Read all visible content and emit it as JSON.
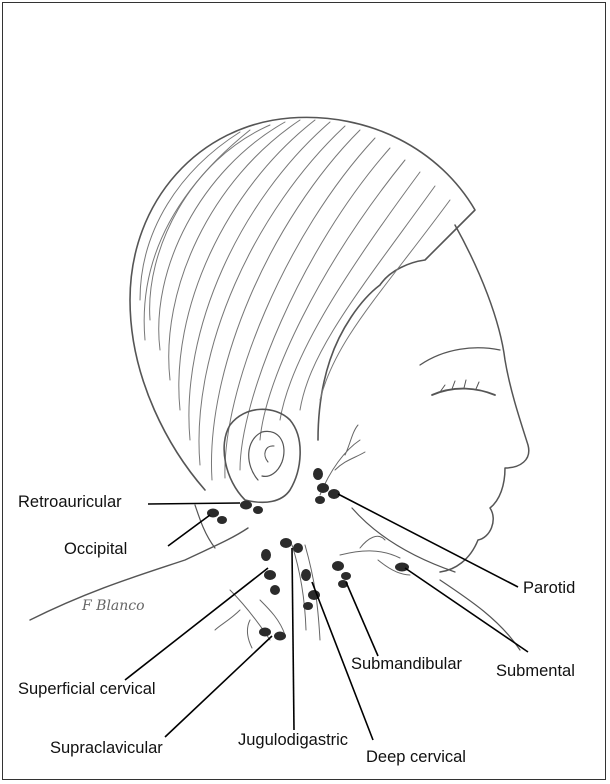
{
  "labels": {
    "retroauricular": "Retroauricular",
    "occipital": "Occipital",
    "parotid": "Parotid",
    "submandibular": "Submandibular",
    "submental": "Submental",
    "superficial_cervical": "Superficial cervical",
    "supraclavicular": "Supraclavicular",
    "jugulodigastric": "Jugulodigastric",
    "deep_cervical": "Deep cervical"
  },
  "signature": "F Blanco"
}
